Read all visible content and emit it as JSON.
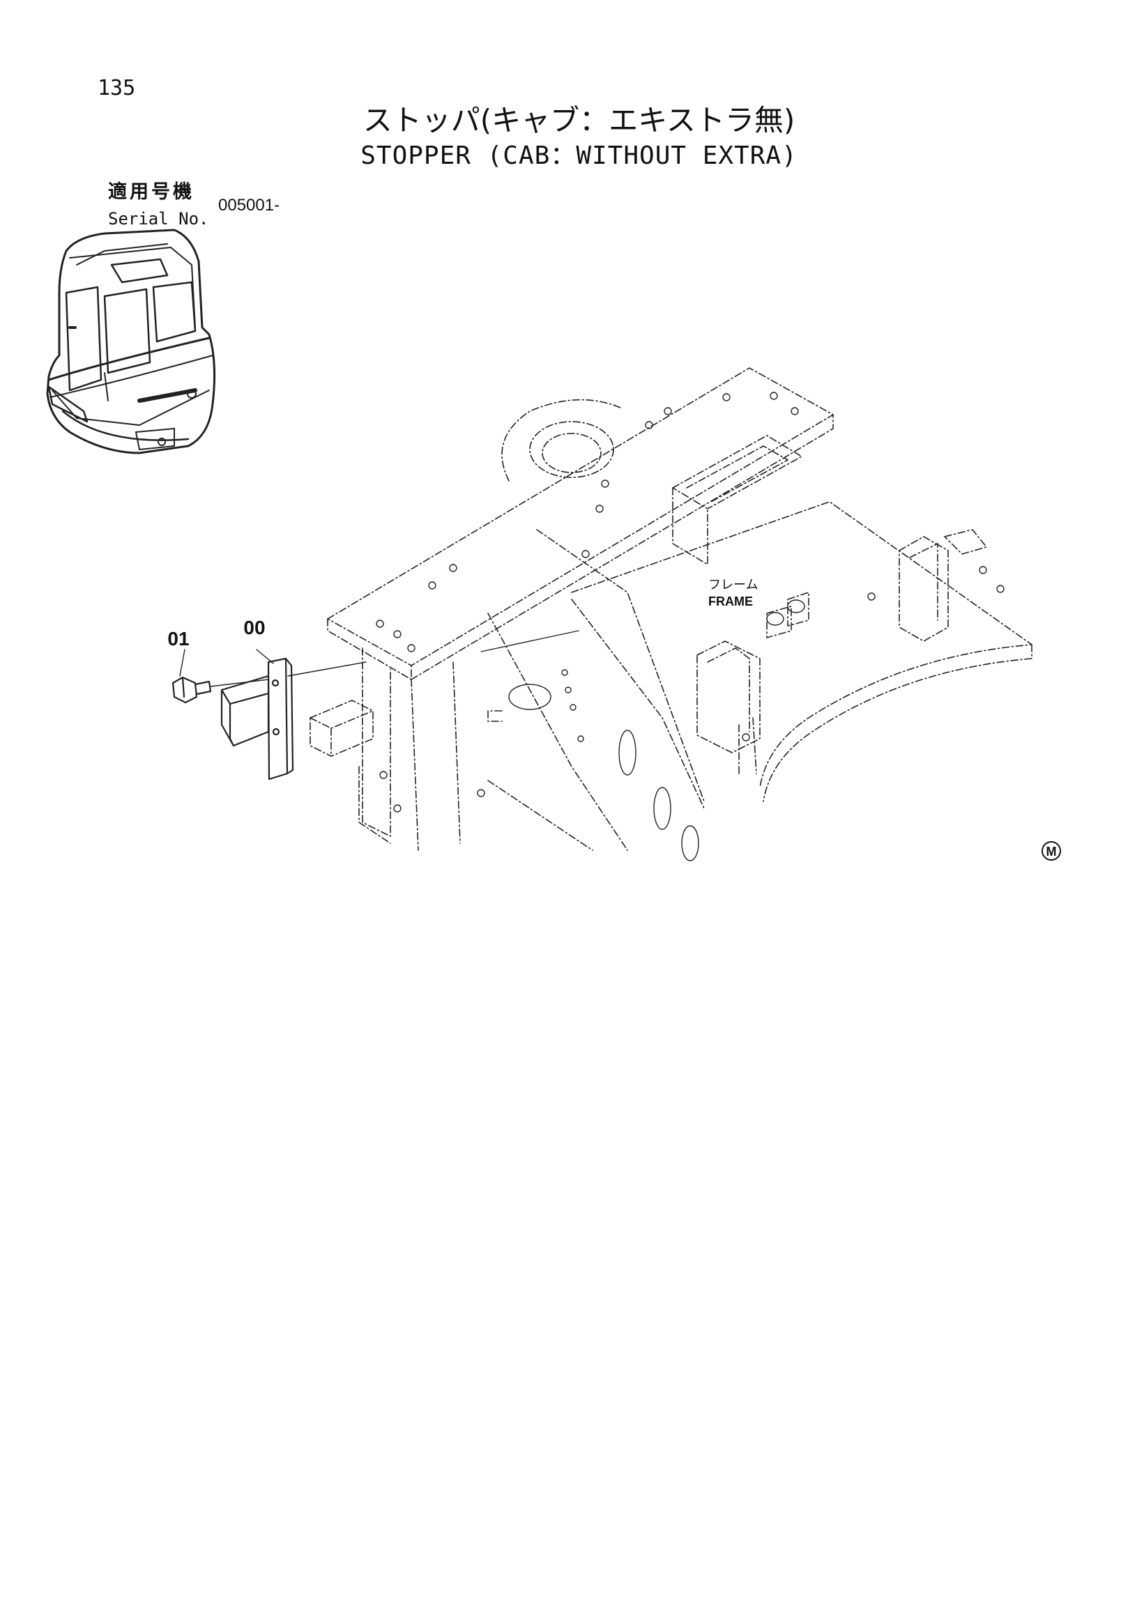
{
  "page": {
    "number": "135",
    "title_jp": "ストッパ(キャブ：エキストラ無)",
    "title_en": "STOPPER (CAB：WITHOUT EXTRA)"
  },
  "serial": {
    "label_jp": "適用号機",
    "label_en": "Serial No.",
    "value": "005001-"
  },
  "diagram": {
    "callouts": [
      {
        "id": "01",
        "label": "01"
      },
      {
        "id": "00",
        "label": "00"
      }
    ],
    "frame_label_jp": "フレーム",
    "frame_label_en": "FRAME",
    "mark": "M"
  }
}
